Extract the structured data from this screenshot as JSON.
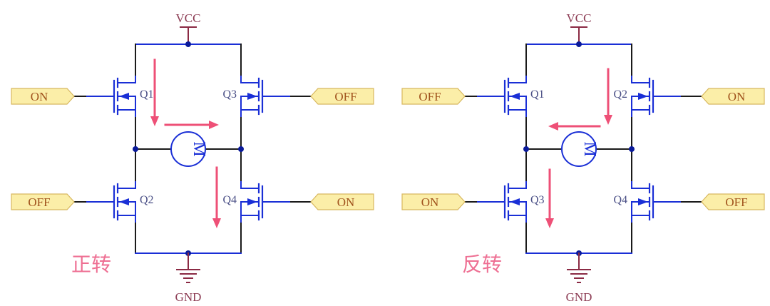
{
  "colors": {
    "wire_blue": "#1a2fd6",
    "wire_black": "#1a1a1a",
    "node": "#0a1a9a",
    "power": "#8b2a44",
    "power_text": "#8b3a52",
    "current_arrow": "#ee5077",
    "port_fill": "#fbeea8",
    "port_stroke": "#d8b860",
    "port_text": "#a0521c",
    "q_label": "#4a4f86",
    "caption": "#ee6f93"
  },
  "circuits": [
    {
      "id": "forward",
      "caption": "正转",
      "vcc_label": "VCC",
      "gnd_label": "GND",
      "motor_label": "M",
      "transistors": {
        "top_left": "Q1",
        "top_right": "Q3",
        "bottom_left": "Q2",
        "bottom_right": "Q4"
      },
      "ports": {
        "top_left": "ON",
        "top_right": "OFF",
        "bottom_left": "OFF",
        "bottom_right": "ON"
      },
      "current_path": [
        "Q1",
        "M (left to right)",
        "Q4"
      ],
      "arrows": [
        "down-top-left",
        "right-above-motor",
        "down-bottom-right"
      ]
    },
    {
      "id": "reverse",
      "caption": "反转",
      "vcc_label": "VCC",
      "gnd_label": "GND",
      "motor_label": "M",
      "transistors": {
        "top_left": "Q1",
        "top_right": "Q2",
        "bottom_left": "Q3",
        "bottom_right": "Q4"
      },
      "ports": {
        "top_left": "OFF",
        "top_right": "ON",
        "bottom_left": "ON",
        "bottom_right": "OFF"
      },
      "current_path": [
        "Q2",
        "M (right to left)",
        "Q3"
      ],
      "arrows": [
        "down-top-right",
        "left-above-motor",
        "down-bottom-left"
      ]
    }
  ]
}
